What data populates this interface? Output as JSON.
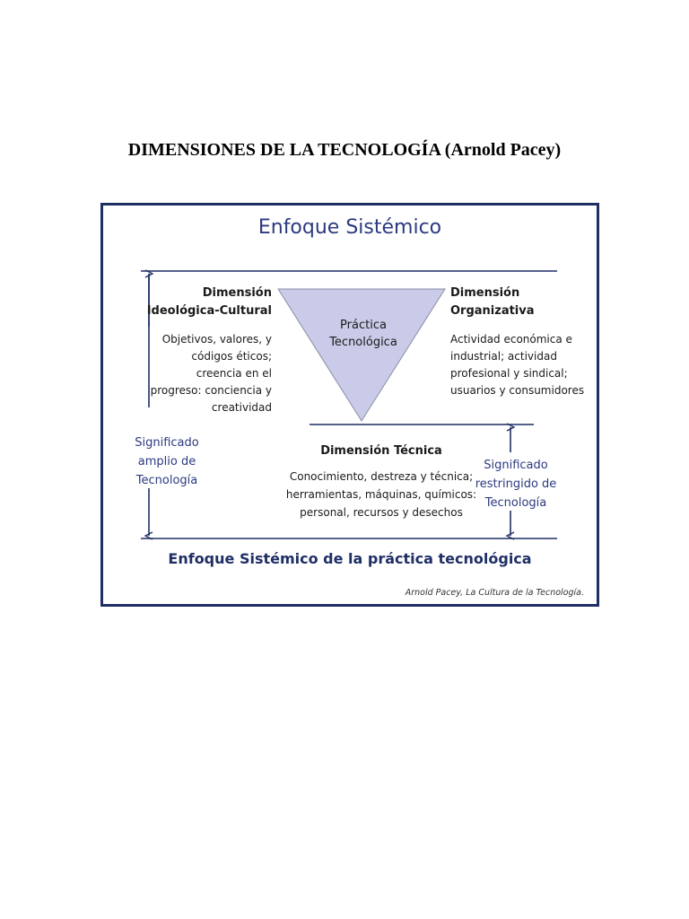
{
  "document": {
    "title": "DIMENSIONES DE LA TECNOLOGÍA (Arnold Pacey)"
  },
  "diagram": {
    "title": "Enfoque Sistémico",
    "center": {
      "line1": "Práctica",
      "line2": "Tecnológica"
    },
    "left": {
      "heading_line1": "Dimensión",
      "heading_line2": "Ideológica-Cultural",
      "desc": [
        "Objetivos, valores, y",
        "códigos éticos;",
        "creencia en el",
        "progreso: conciencia y",
        "creatividad"
      ]
    },
    "right": {
      "heading_line1": "Dimensión",
      "heading_line2": "Organizativa",
      "desc": [
        "Actividad económica e",
        "industrial; actividad",
        "profesional y sindical;",
        "usuarios y consumidores"
      ]
    },
    "bottom": {
      "heading": "Dimensión Técnica",
      "desc": [
        "Conocimiento, destreza y técnica;",
        "herramientas, máquinas, químicos:",
        "personal, recursos y desechos"
      ]
    },
    "broad_meaning": [
      "Significado",
      "amplio de",
      "Tecnología"
    ],
    "narrow_meaning": [
      "Significado",
      "restringido de",
      "Tecnología"
    ],
    "footer": "Enfoque Sistémico de la práctica tecnológica",
    "credit": "Arnold Pacey, La Cultura de la Tecnología.",
    "colors": {
      "frame": "#1f2f66",
      "triangle_fill": "#c9cbe8",
      "triangle_stroke": "#8a8ca6",
      "accent_text": "#2b3a80"
    }
  }
}
